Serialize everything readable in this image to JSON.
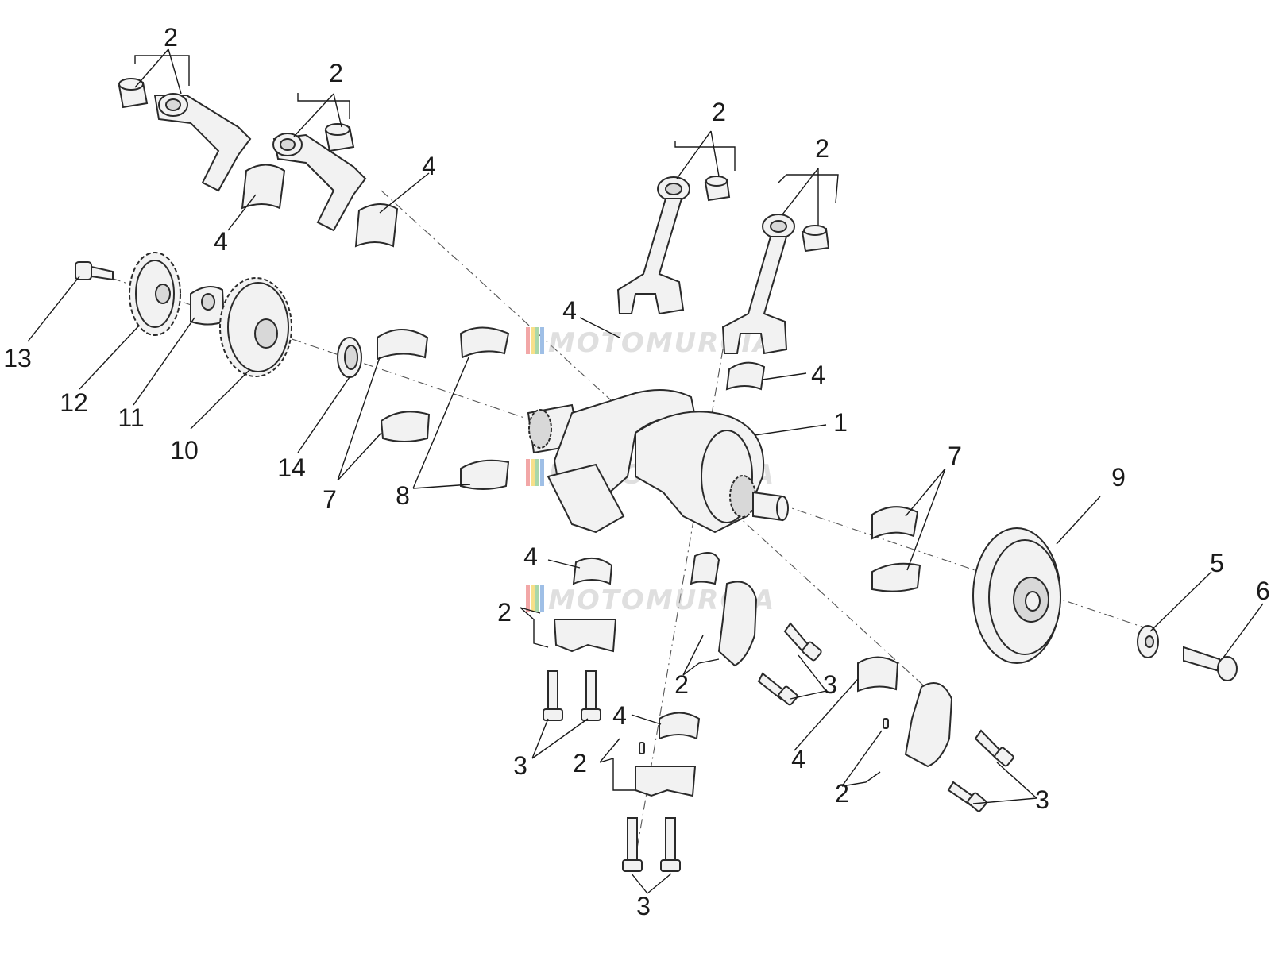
{
  "watermark": {
    "text": "MOTOMURCIA",
    "colors": [
      "#f2a7a7",
      "#f7e08a",
      "#a9d7a9",
      "#9fbfe6"
    ]
  },
  "callouts": [
    {
      "id": "c-2a",
      "text": "2"
    },
    {
      "id": "c-2b",
      "text": "2"
    },
    {
      "id": "c-2c",
      "text": "2"
    },
    {
      "id": "c-2d",
      "text": "2"
    },
    {
      "id": "c-4a",
      "text": "4"
    },
    {
      "id": "c-4b",
      "text": "4"
    },
    {
      "id": "c-4c",
      "text": "4"
    },
    {
      "id": "c-4d",
      "text": "4"
    },
    {
      "id": "c-13",
      "text": "13"
    },
    {
      "id": "c-12",
      "text": "12"
    },
    {
      "id": "c-11",
      "text": "11"
    },
    {
      "id": "c-10",
      "text": "10"
    },
    {
      "id": "c-14",
      "text": "14"
    },
    {
      "id": "c-7a",
      "text": "7"
    },
    {
      "id": "c-8",
      "text": "8"
    },
    {
      "id": "c-1",
      "text": "1"
    },
    {
      "id": "c-7b",
      "text": "7"
    },
    {
      "id": "c-9",
      "text": "9"
    },
    {
      "id": "c-5",
      "text": "5"
    },
    {
      "id": "c-6",
      "text": "6"
    },
    {
      "id": "c-4e",
      "text": "4"
    },
    {
      "id": "c-2e",
      "text": "2"
    },
    {
      "id": "c-2f",
      "text": "2"
    },
    {
      "id": "c-3a",
      "text": "3"
    },
    {
      "id": "c-3b",
      "text": "3"
    },
    {
      "id": "c-4f",
      "text": "4"
    },
    {
      "id": "c-2g",
      "text": "2"
    },
    {
      "id": "c-4g",
      "text": "4"
    },
    {
      "id": "c-2h",
      "text": "2"
    },
    {
      "id": "c-3c",
      "text": "3"
    },
    {
      "id": "c-3d",
      "text": "3"
    }
  ]
}
